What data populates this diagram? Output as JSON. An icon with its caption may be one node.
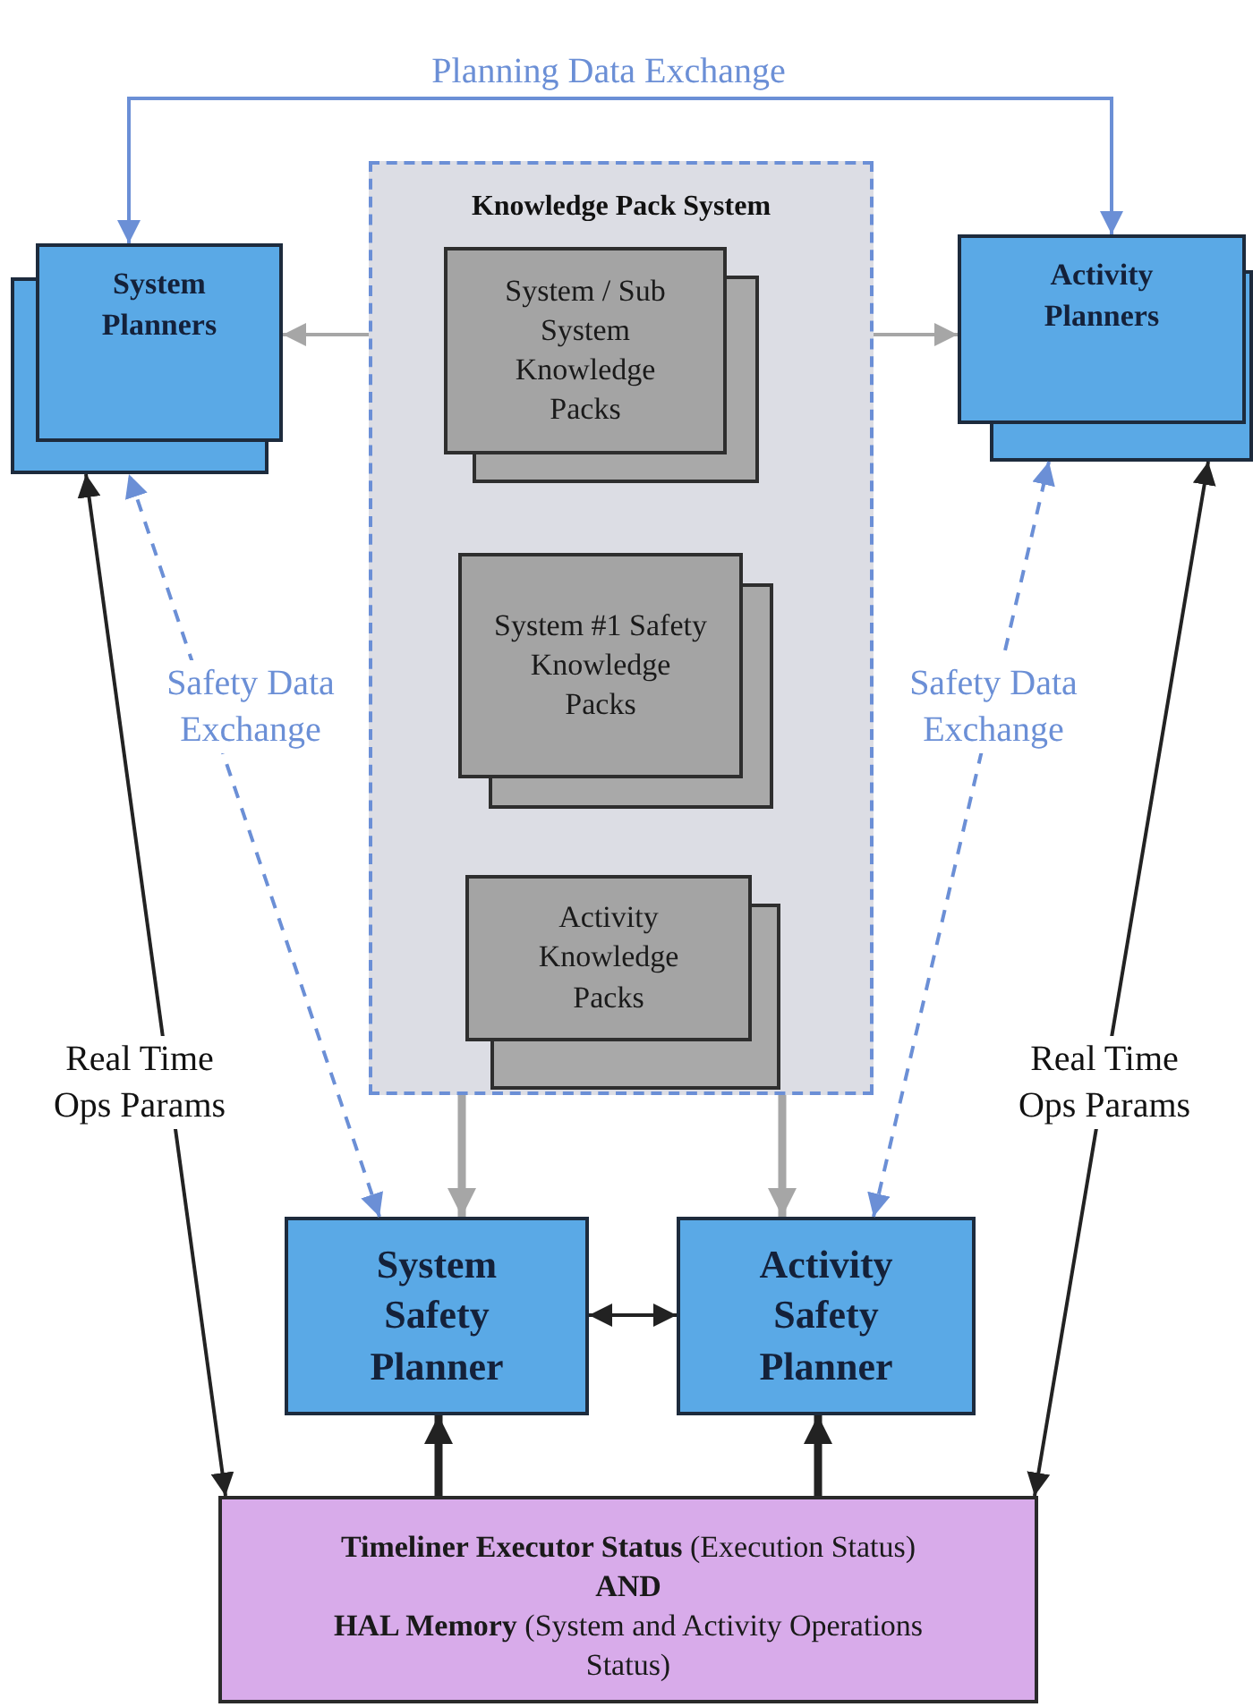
{
  "diagram": {
    "nodes": [
      {
        "text": [
          "Knowledge Pack System"
        ]
      },
      {
        "text": [
          "System / Sub System Knowledge Packs"
        ],
        "in": 0
      },
      {
        "text": [
          "System #1 Safety Knowledge Packs"
        ],
        "in": 0
      },
      {
        "text": [
          "Activity Knowledge Packs"
        ],
        "in": 0
      },
      {
        "text": [
          "System Planners"
        ]
      },
      {
        "text": [
          "Activity Planners"
        ]
      },
      {
        "text": [
          "System Safety Planner"
        ]
      },
      {
        "text": [
          "Activity Safety Planner"
        ]
      },
      {
        "text": [
          "**Timeliner Executor Status** (Execution Status)",
          "AND",
          "**HAL Memory** (System and Activity Operations Status)"
        ]
      }
    ],
    "edges": [
      {
        "from": 4,
        "to": 5,
        "arrow": "both",
        "label": "Planning Data Exchange",
        "color": "#6b8fd6"
      },
      {
        "from": 0,
        "to": 4,
        "arrow": "to",
        "color": "#a6a6a6"
      },
      {
        "from": 0,
        "to": 5,
        "arrow": "to",
        "color": "#a6a6a6"
      },
      {
        "from": 6,
        "to": 4,
        "arrow": "both",
        "label": "Safety Data Exchange",
        "style": "dashed",
        "color": "#6b8fd6"
      },
      {
        "from": 7,
        "to": 5,
        "arrow": "both",
        "label": "Safety Data Exchange",
        "style": "dashed",
        "color": "#6b8fd6"
      },
      {
        "from": 8,
        "to": 4,
        "arrow": "both",
        "label": "Real Time Ops Params"
      },
      {
        "from": 8,
        "to": 5,
        "arrow": "both",
        "label": "Real Time Ops Params"
      },
      {
        "from": 0,
        "to": 6,
        "arrow": "to",
        "style": "thick",
        "color": "#a6a6a6"
      },
      {
        "from": 0,
        "to": 7,
        "arrow": "to",
        "style": "thick",
        "color": "#a6a6a6"
      },
      {
        "from": 6,
        "to": 7,
        "arrow": "both"
      },
      {
        "from": 8,
        "to": 6,
        "arrow": "to",
        "style": "thick"
      },
      {
        "from": 8,
        "to": 7,
        "arrow": "to",
        "style": "thick"
      }
    ]
  }
}
